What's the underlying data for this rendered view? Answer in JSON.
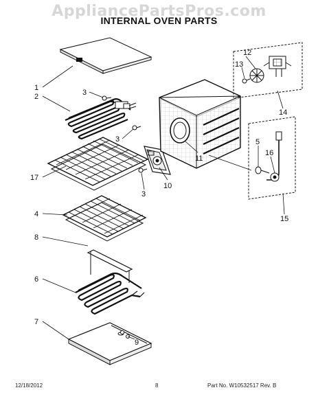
{
  "header": {
    "watermark": "AppliancePartsPros.com",
    "title": "INTERNAL OVEN PARTS"
  },
  "callouts": {
    "c1": "1",
    "c2": "2",
    "c3a": "3",
    "c3b": "3",
    "c3c": "3",
    "c4": "4",
    "c5": "5",
    "c6": "6",
    "c7": "7",
    "c8": "8",
    "c9": "9",
    "c10": "10",
    "c11": "11",
    "c12": "12",
    "c13": "13",
    "c14": "14",
    "c15": "15",
    "c16": "16",
    "c17": "17"
  },
  "footer": {
    "date": "12/18/2012",
    "page": "8",
    "part": "Part No. W10532517  Rev. B"
  }
}
